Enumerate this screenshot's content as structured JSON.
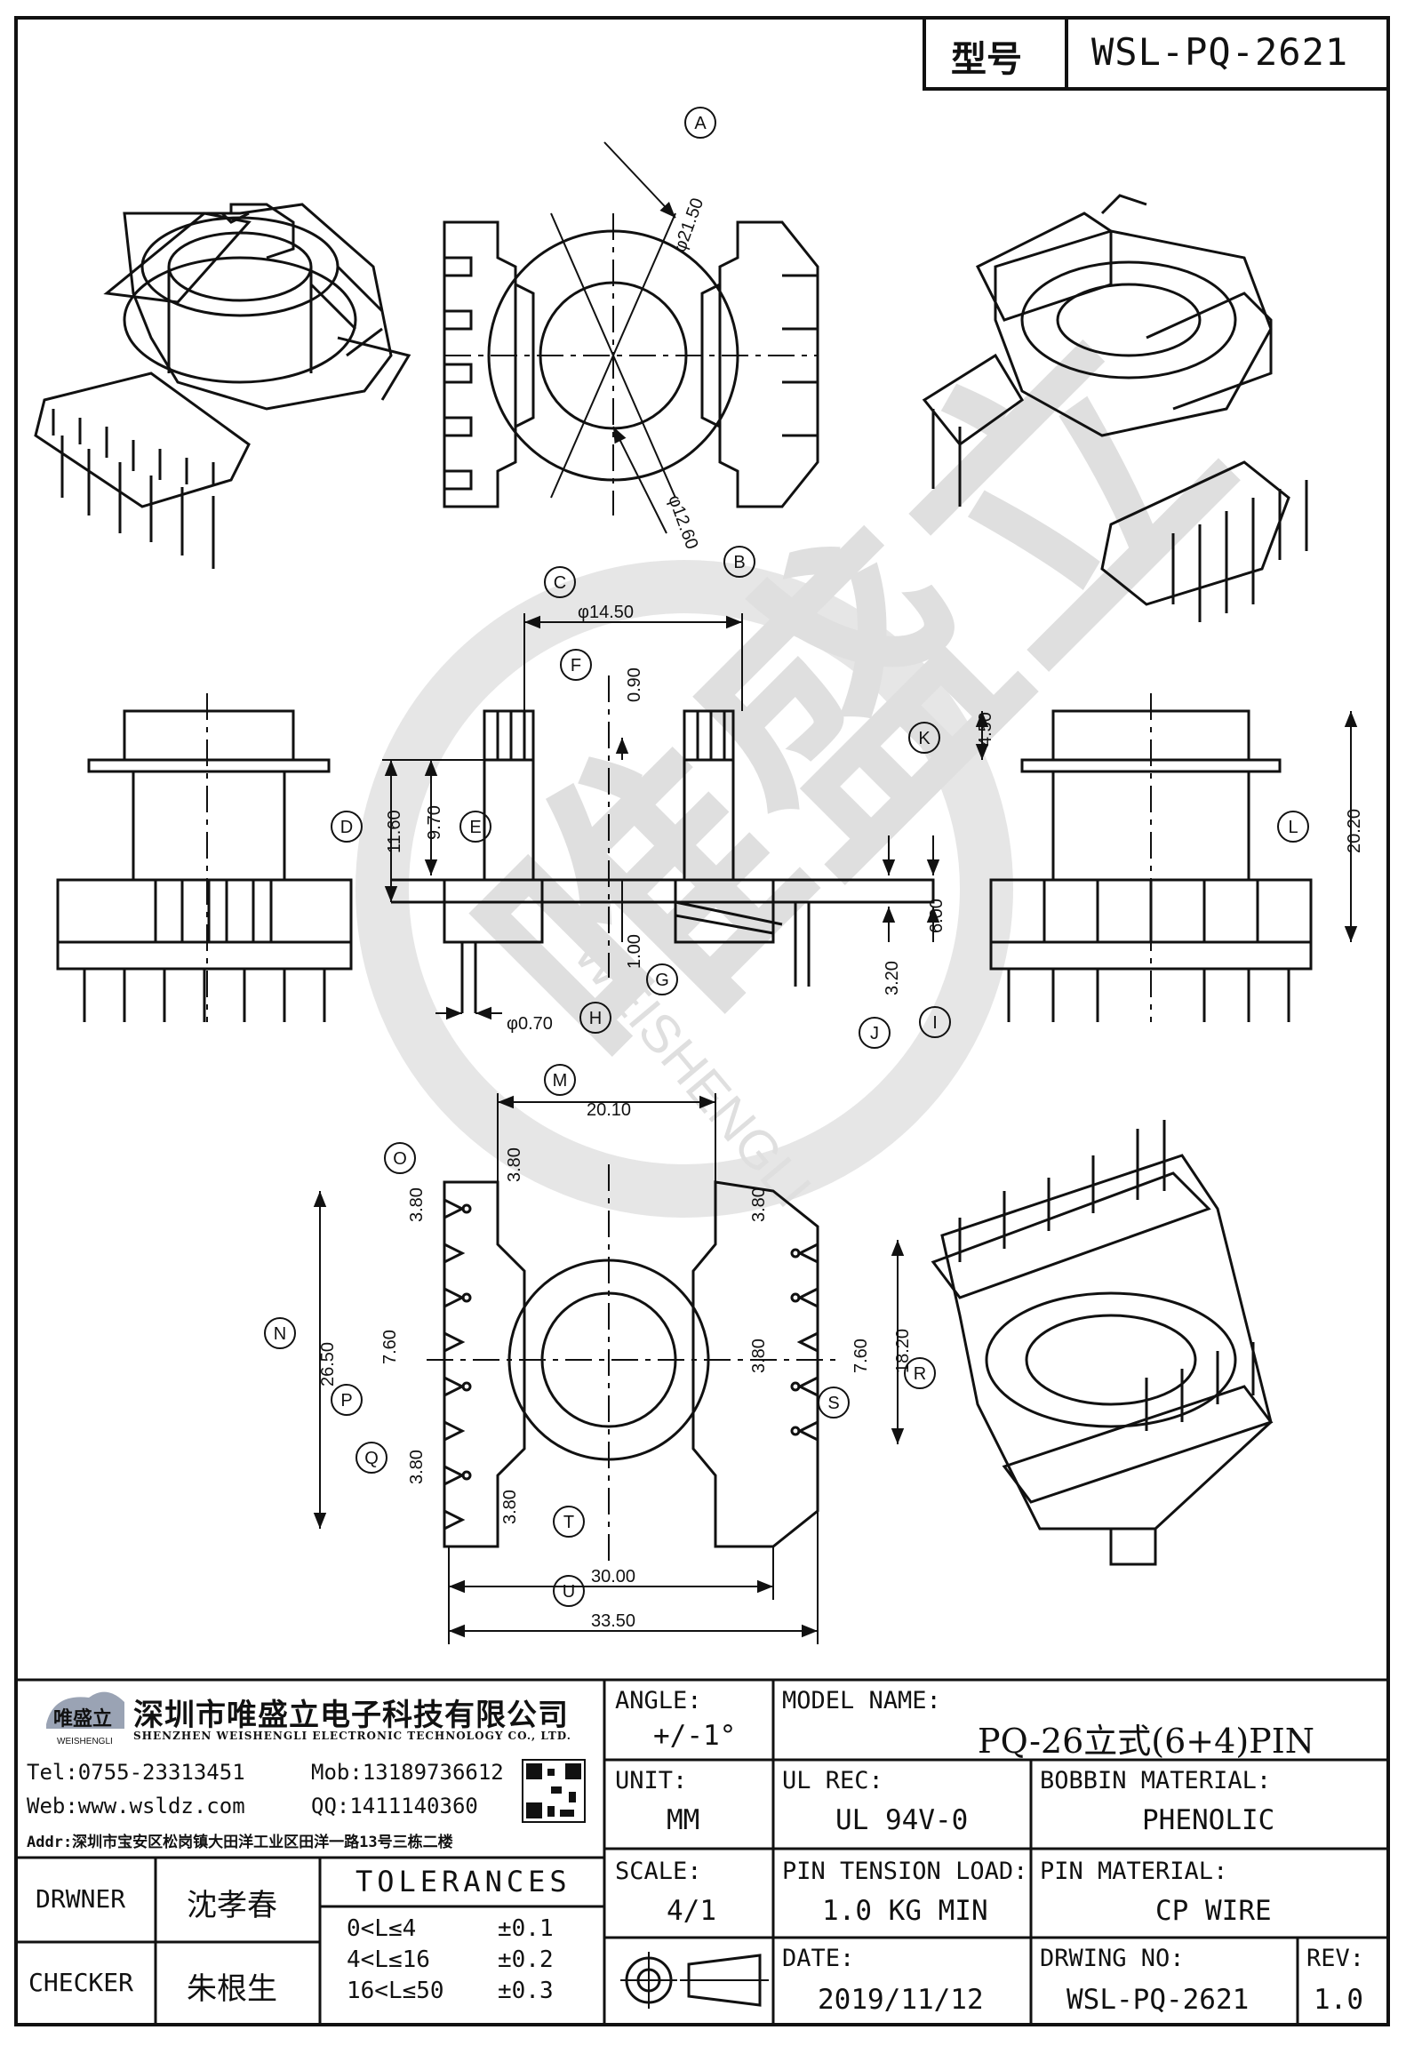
{
  "header": {
    "type_label": "型号",
    "model_code": "WSL-PQ-2621"
  },
  "watermark": {
    "brand": "唯盛立",
    "latin": "WEISHENGLI"
  },
  "views": {
    "callouts": [
      "A",
      "B",
      "C",
      "D",
      "E",
      "F",
      "G",
      "H",
      "I",
      "J",
      "K",
      "L",
      "M",
      "N",
      "O",
      "P",
      "Q",
      "R",
      "S",
      "T",
      "U"
    ],
    "dimensions": {
      "A": "φ21.50",
      "B": "φ12.60",
      "C": "φ14.50",
      "D": "11.60",
      "E": "9.70",
      "F": "0.90",
      "G": "1.00",
      "H": "φ0.70",
      "I": "6.00",
      "J": "3.20",
      "K": "4.50",
      "L": "20.20",
      "M": "20.10",
      "N": "26.50",
      "O": "3.80",
      "O2": "3.80",
      "P": "7.60",
      "Q": "3.80",
      "R": "18.20",
      "S": "7.60",
      "S2": "3.80",
      "S3": "3.80",
      "T": "30.00",
      "U": "33.50",
      "T2": "3.80"
    }
  },
  "company": {
    "name_cn": "深圳市唯盛立电子科技有限公司",
    "name_en": "SHENZHEN WEISHENGLI ELECTRONIC TECHNOLOGY CO., LTD.",
    "logo_text": "唯盛立",
    "logo_sub": "WEISHENGLI",
    "tel": "Tel:0755-23313451",
    "mob": "Mob:13189736612",
    "web": "Web:www.wsldz.com",
    "qq": "QQ:1411140360",
    "addr": "Addr:深圳市宝安区松岗镇大田洋工业区田洋一路13号三栋二楼"
  },
  "title_block": {
    "angle_label": "ANGLE:",
    "angle_value": "+/-1°",
    "model_label": "MODEL NAME:",
    "model_value": "PQ-26立式(6+4)PIN",
    "unit_label": "UNIT:",
    "unit_value": "MM",
    "ul_label": "UL REC:",
    "ul_value": "UL 94V-0",
    "bobbin_label": "BOBBIN MATERIAL:",
    "bobbin_value": "PHENOLIC",
    "scale_label": "SCALE:",
    "scale_value": "4/1",
    "tension_label": "PIN TENSION LOAD:",
    "tension_value": "1.0 KG MIN",
    "pin_label": "PIN MATERIAL:",
    "pin_value": "CP WIRE",
    "date_label": "DATE:",
    "date_value": "2019/11/12",
    "drwing_label": "DRWING NO:",
    "drwing_value": "WSL-PQ-2621",
    "rev_label": "REV:",
    "rev_value": "1.0",
    "drawer_label": "DRWNER",
    "drawer_value": "沈孝春",
    "checker_label": "CHECKER",
    "checker_value": "朱根生",
    "tol_title": "TOLERANCES",
    "tol_rows": [
      {
        "range": "0<L≤4",
        "tol": "±0.1"
      },
      {
        "range": "4<L≤16",
        "tol": "±0.2"
      },
      {
        "range": "16<L≤50",
        "tol": "±0.3"
      }
    ]
  }
}
